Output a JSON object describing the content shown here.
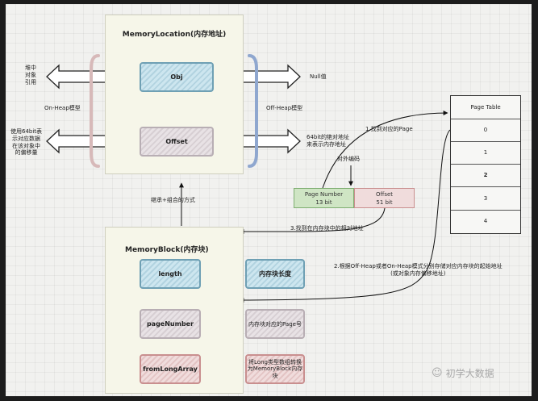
{
  "memory_location": {
    "title": "MemoryLocation(内存地址)",
    "obj": "Obj",
    "offset": "Offset"
  },
  "left_labels": {
    "heap_ref": "堆中\n对象\n引用",
    "on_heap": "On-Heap模型",
    "offset_desc": "使用64bit表\n示对应数据\n在该对象中\n的偏移量"
  },
  "right_labels": {
    "null_value": "Null值",
    "off_heap": "Off-Heap模型",
    "abs_addr": "64bit的绝对地址\n来表示内存地址",
    "encode": "对外编码"
  },
  "inherit_label": "继承+组合的方式",
  "encoding": {
    "page_number": "Page Number",
    "page_bits": "13 bit",
    "offset": "Offset",
    "offset_bits": "51 bit"
  },
  "annotations": {
    "find_page": "1.找到对应的Page",
    "find_offset": "3.找到在内存块中的相对地址",
    "store_addr": "2.根据Off-Heap或者On-Heap模式分别存储对应内存块的起始地址\n(或对象内存偏移地址)"
  },
  "page_table": {
    "title": "Page Table",
    "rows": [
      "0",
      "1",
      "2",
      "3",
      "4"
    ],
    "bold_row": "2"
  },
  "memory_block": {
    "title": "MemoryBlock(内存块)",
    "fields": [
      {
        "name": "length",
        "desc": "内存块长度"
      },
      {
        "name": "pageNumber",
        "desc": "内存块对应的Page号"
      },
      {
        "name": "fromLongArray",
        "desc": "将Long类型数组转换\n为MemoryBlock内存\n块"
      }
    ]
  },
  "watermark": "初学大数据"
}
